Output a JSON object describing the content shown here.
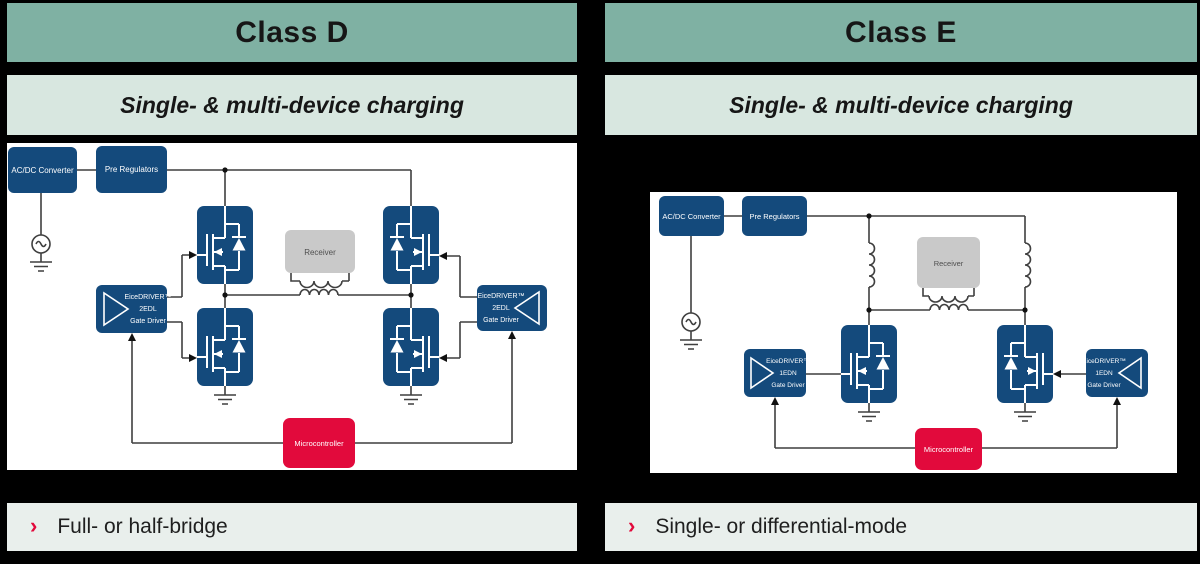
{
  "panels": [
    {
      "title": "Class D",
      "subtitle": "Single- & multi-device charging",
      "bullet": "Full- or half-bridge",
      "blocks": {
        "acdc": "AC/DC Converter",
        "prereg": "Pre Regulators",
        "receiver": "Receiver",
        "mcu": "Microcontroller"
      },
      "driver": [
        "EiceDRIVER™",
        "2EDL",
        "Gate Driver"
      ]
    },
    {
      "title": "Class E",
      "subtitle": "Single- & multi-device charging",
      "bullet": "Single- or differential-mode",
      "blocks": {
        "acdc": "AC/DC Converter",
        "prereg": "Pre Regulators",
        "receiver": "Receiver",
        "mcu": "Microcontroller"
      },
      "driver": [
        "EiceDRIVER™",
        "1EDN",
        "Gate Driver"
      ]
    }
  ],
  "icons": {
    "bullet_chevron": "›"
  },
  "colors": {
    "header_green": "#7FB1A3",
    "subtitle_bg": "#D8E7E0",
    "bullet_bg": "#E9EFEC",
    "block_blue": "#144A7C",
    "accent_red": "#E20A3C",
    "receiver_gray": "#C9C9C9",
    "wire": "#3F3F3F",
    "background": "#000000"
  }
}
